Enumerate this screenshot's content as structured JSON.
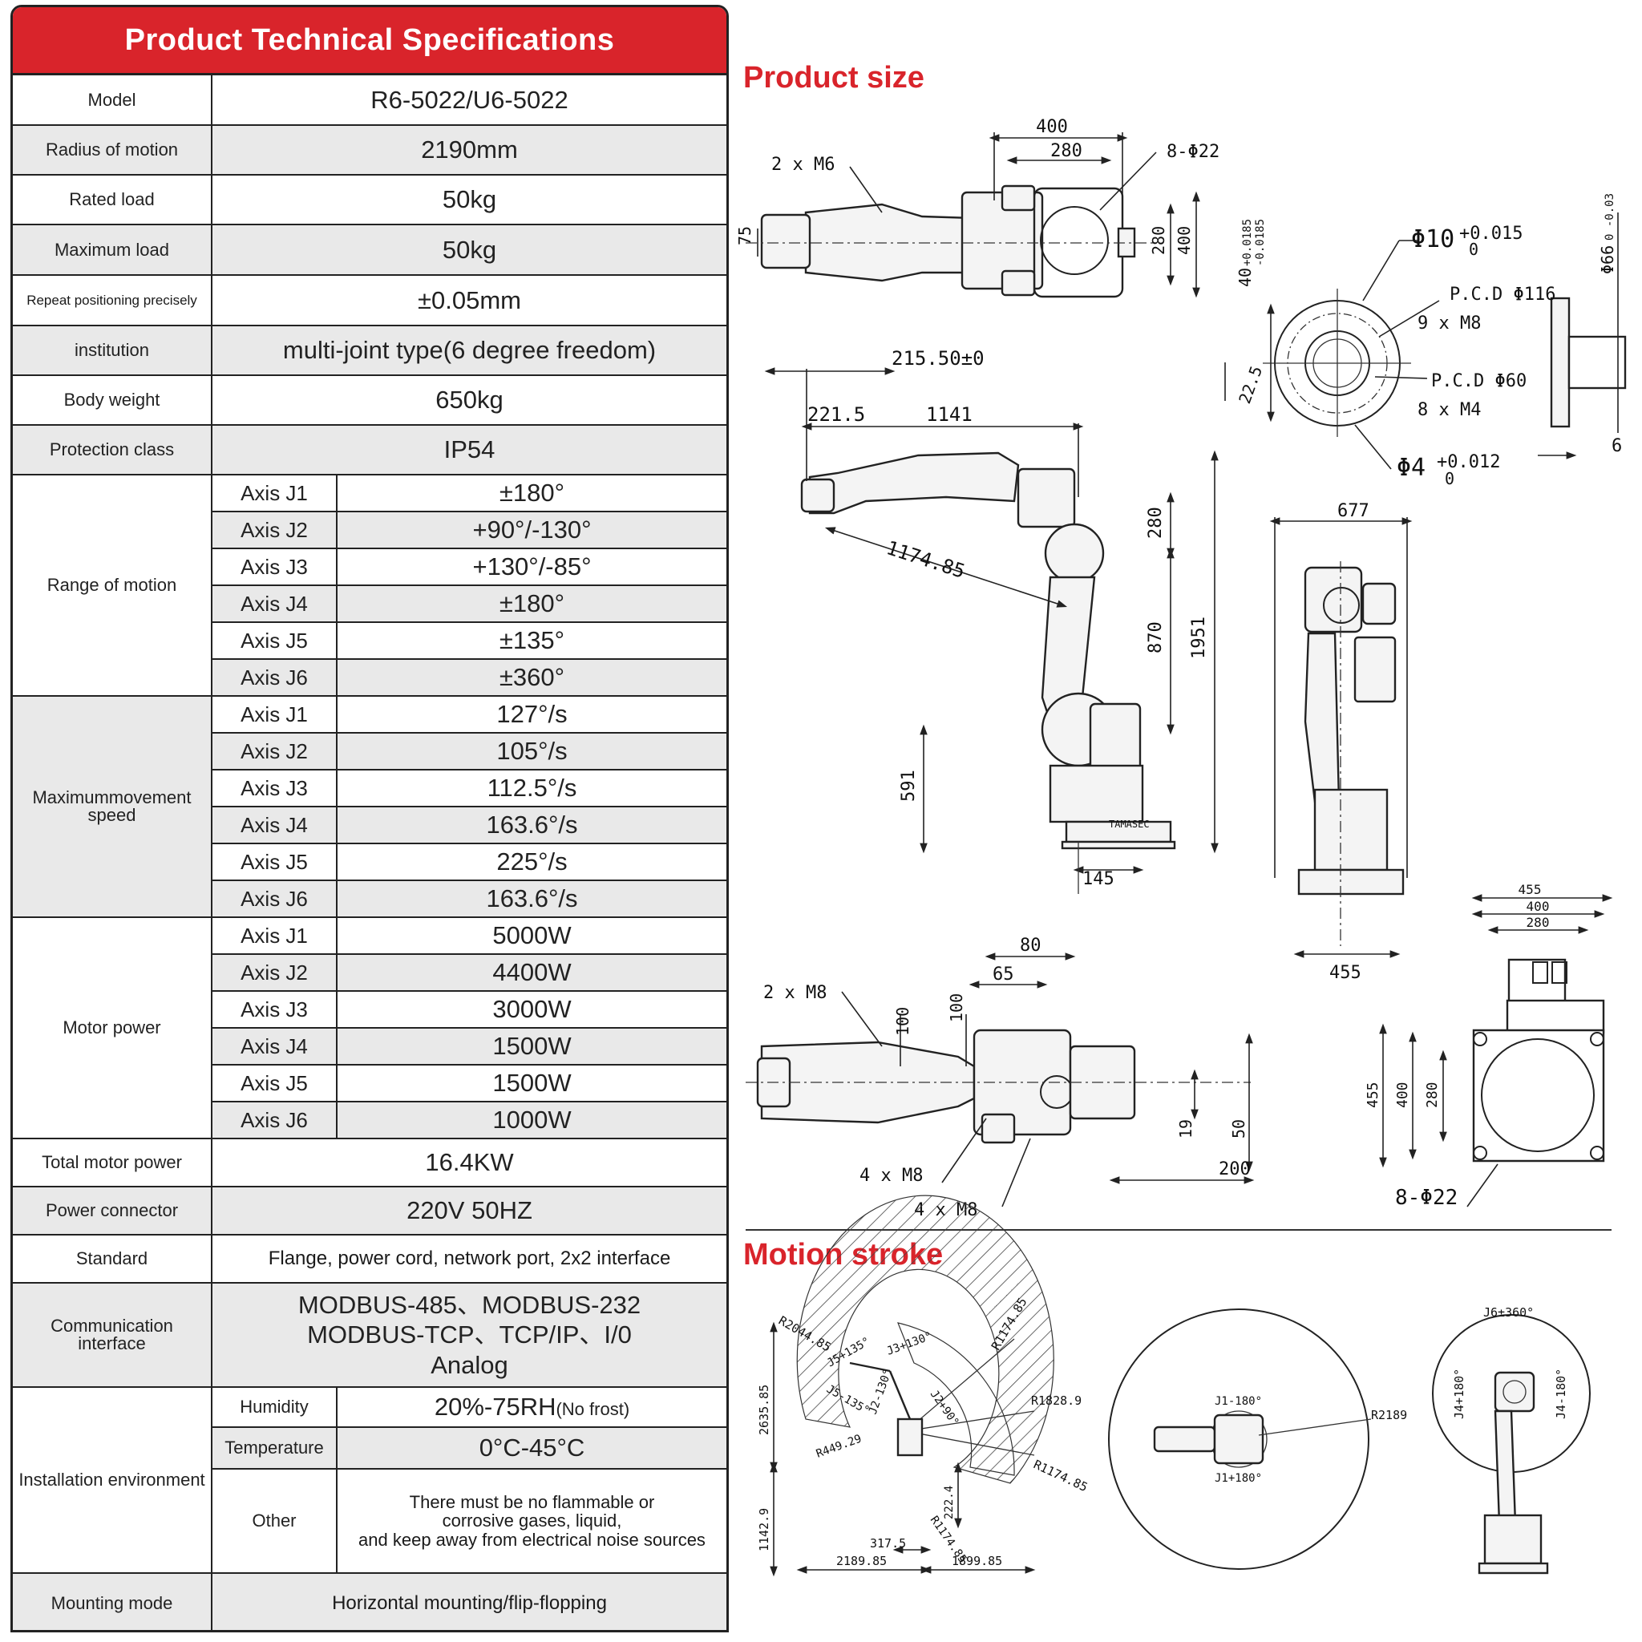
{
  "spec": {
    "title": "Product Technical Specifications",
    "model_label": "Model",
    "model_value": "R6-5022/U6-5022",
    "radius_label": "Radius of motion",
    "radius_value": "2190mm",
    "rated_label": "Rated load",
    "rated_value": "50kg",
    "maxload_label": "Maximum load",
    "maxload_value": "50kg",
    "repeat_label": "Repeat positioning precisely",
    "repeat_value": "±0.05mm",
    "inst_label": "institution",
    "inst_value": "multi-joint type(6 degree freedom)",
    "weight_label": "Body weight",
    "weight_value": "650kg",
    "protect_label": "Protection class",
    "protect_value": "IP54",
    "range": {
      "label": "Range of motion",
      "rows": [
        {
          "axis": "Axis J1",
          "value": "±180°"
        },
        {
          "axis": "Axis J2",
          "value": "+90°/-130°"
        },
        {
          "axis": "Axis J3",
          "value": "+130°/-85°"
        },
        {
          "axis": "Axis J4",
          "value": "±180°"
        },
        {
          "axis": "Axis J5",
          "value": "±135°"
        },
        {
          "axis": "Axis J6",
          "value": "±360°"
        }
      ]
    },
    "speed": {
      "label": "Maximummovement speed",
      "rows": [
        {
          "axis": "Axis J1",
          "value": "127°/s"
        },
        {
          "axis": "Axis J2",
          "value": "105°/s"
        },
        {
          "axis": "Axis J3",
          "value": "112.5°/s"
        },
        {
          "axis": "Axis J4",
          "value": "163.6°/s"
        },
        {
          "axis": "Axis J5",
          "value": "225°/s"
        },
        {
          "axis": "Axis J6",
          "value": "163.6°/s"
        }
      ]
    },
    "power": {
      "label": "Motor power",
      "rows": [
        {
          "axis": "Axis J1",
          "value": "5000W"
        },
        {
          "axis": "Axis J2",
          "value": "4400W"
        },
        {
          "axis": "Axis J3",
          "value": "3000W"
        },
        {
          "axis": "Axis J4",
          "value": "1500W"
        },
        {
          "axis": "Axis J5",
          "value": "1500W"
        },
        {
          "axis": "Axis J6",
          "value": "1000W"
        }
      ]
    },
    "total_label": "Total motor power",
    "total_value": "16.4KW",
    "connector_label": "Power connector",
    "connector_value": "220V 50HZ",
    "standard_label": "Standard",
    "standard_value": "Flange, power cord, network port, 2x2 interface",
    "comm_label": "Communication interface",
    "comm_line1": "MODBUS-485、MODBUS-232",
    "comm_line2": "MODBUS-TCP、TCP/IP、I/0",
    "comm_line3": "Analog",
    "env": {
      "label": "Installation environment",
      "humidity_label": "Humidity",
      "humidity_value": "20%-75RH",
      "humidity_note": "(No frost)",
      "temp_label": "Temperature",
      "temp_value": "0°C-45°C",
      "other_label": "Other",
      "other_line1": "There must be no flammable or",
      "other_line2": "corrosive gases, liquid,",
      "other_line3": "and keep away from electrical noise sources"
    },
    "mount_label": "Mounting mode",
    "mount_value": "Horizontal mounting/flip-flopping"
  },
  "drawing": {
    "size_title": "Product size",
    "motion_title": "Motion stroke",
    "dims": {
      "d400": "400",
      "d280": "280",
      "d8phi22": "8-Φ22",
      "d2xm6": "2 x M6",
      "d75": "75",
      "d280v": "280",
      "d400v": "400",
      "d21550": "215.50±0",
      "d2215": "221.5",
      "d1141": "1141",
      "d117485": "1174.85",
      "d280s": "280",
      "d870": "870",
      "d1951": "1951",
      "d591": "591",
      "d145": "145",
      "phi10": "Φ10",
      "phi10tol_u": "+0.015",
      "phi10tol_l": "0",
      "pcd116": "P.C.D Φ116",
      "m8x9": "9 x M8",
      "pcd60": "P.C.D Φ60",
      "m4x8": "8 x M4",
      "phi4": "Φ4",
      "phi4tol_u": "+0.012",
      "phi4tol_l": "0",
      "d40": "40",
      "d40tol_u": "+0.0185",
      "d40tol_l": "-0.0185",
      "d225": "22.5",
      "phi66": "Φ66",
      "phi66tol": "0 -0.03",
      "d6": "6",
      "d677": "677",
      "d455b": "455",
      "d2xm8": "2 x M8",
      "d80": "80",
      "d65": "65",
      "d100a": "100",
      "d100b": "100",
      "d19": "19",
      "d50": "50",
      "d200": "200",
      "d4xm8a": "4 x M8",
      "d4xm8b": "4 x M8",
      "base455": "455",
      "base400": "400",
      "base280": "280",
      "base455v": "455",
      "base400v": "400",
      "base280v": "280",
      "base8phi22": "8-Φ22",
      "brand": "TAMASEC"
    },
    "motion": {
      "r204485": "R2044.85",
      "j5p135": "J5+135°",
      "j5m135": "J5-135°",
      "j3p130": "J3+130°",
      "r117485a": "R1174.85",
      "r18289": "R1828.9",
      "j2p90": "J2+90°",
      "j2m130": "J2-130°",
      "r44929": "R449.29",
      "r117485b": "R1174.85",
      "r117485c": "R1174.85",
      "h263585": "2635.85",
      "h11429": "1142.9",
      "h2224": "222.4",
      "w3175": "317.5",
      "w218985": "2189.85",
      "w189985": "1899.85",
      "j1m180": "J1-180°",
      "j1p180": "J1+180°",
      "r2189": "R2189",
      "j6": "J6±360°",
      "j4p180": "J4+180°",
      "j4m180": "J4-180°"
    }
  }
}
